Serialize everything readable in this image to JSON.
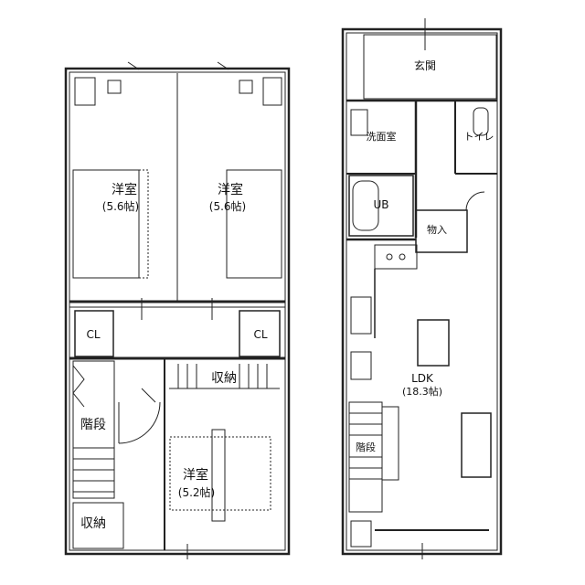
{
  "second_floor": {
    "bedroom_left": {
      "name": "洋室",
      "size": "(5.6帖)"
    },
    "bedroom_right": {
      "name": "洋室",
      "size": "(5.6帖)"
    },
    "bedroom_bottom": {
      "name": "洋室",
      "size": "(5.2帖)"
    },
    "closet_left": "CL",
    "closet_right": "CL",
    "storage": "収納",
    "stairs": "階段",
    "storage_bottom": "収納"
  },
  "first_floor": {
    "entrance": "玄関",
    "washroom": "洗面室",
    "toilet": "トイレ",
    "bath": "UB",
    "storage": "物入",
    "ldk": {
      "name": "LDK",
      "size": "(18.3帖)"
    },
    "stairs": "階段"
  }
}
